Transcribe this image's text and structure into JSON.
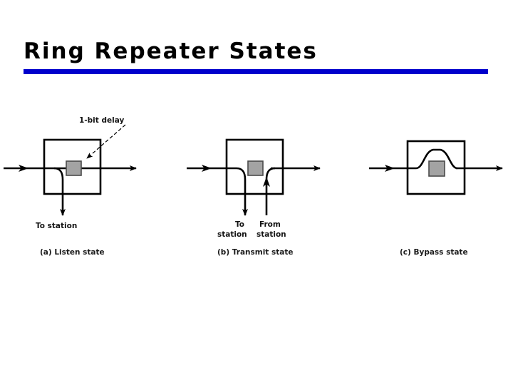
{
  "slide": {
    "title": "Ring Repeater States",
    "accent_color": "#0000CC",
    "background_color": "#ffffff"
  },
  "figure": {
    "delay_box_color": "#a3a3a3",
    "line_color": "#000000",
    "panels": [
      {
        "id": "listen",
        "caption": "(a) Listen state",
        "annotation": "1-bit delay",
        "labels": [
          "To station"
        ],
        "flow": "input line passes through 1-bit delay to output; branch drops down to station"
      },
      {
        "id": "transmit",
        "caption": "(b) Transmit state",
        "annotation": "",
        "labels": [
          "To",
          "station",
          "From",
          "station"
        ],
        "flow": "input line diverts down to station; from station line rises to output"
      },
      {
        "id": "bypass",
        "caption": "(c) Bypass state",
        "annotation": "",
        "labels": [],
        "flow": "input line arcs over the 1-bit delay straight to output"
      }
    ]
  }
}
